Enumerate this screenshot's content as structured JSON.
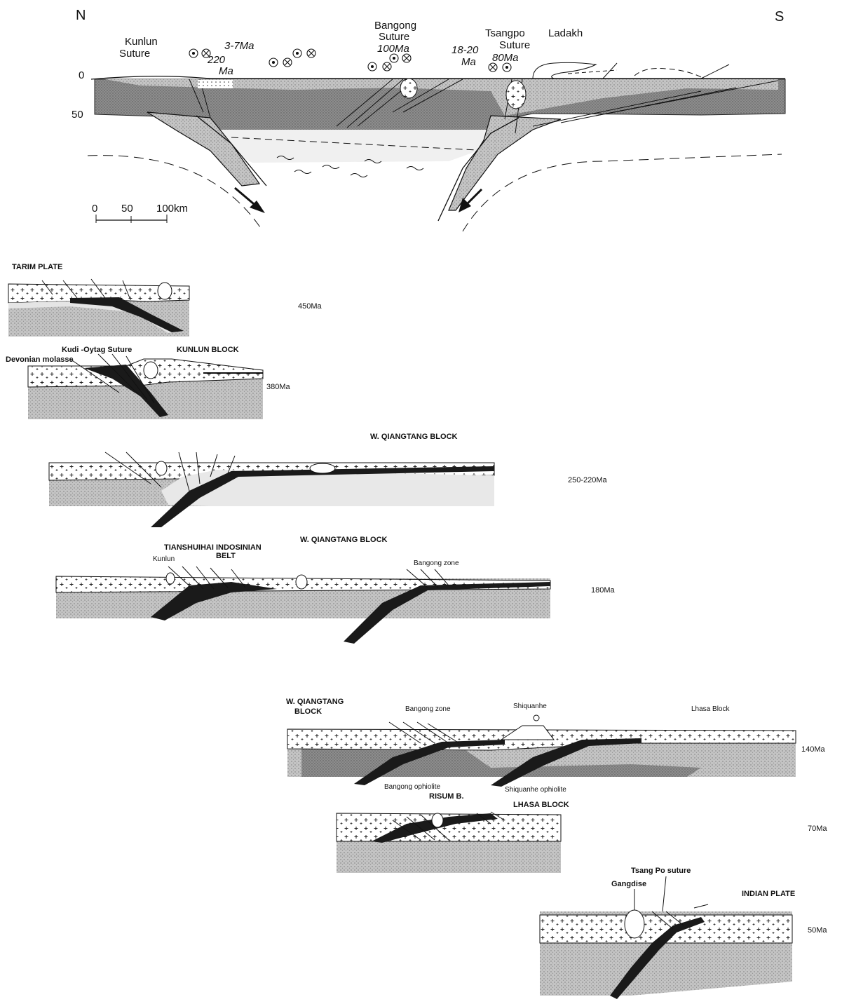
{
  "top_section": {
    "direction_left": "N",
    "direction_right": "S",
    "depth_ticks": [
      "0",
      "50"
    ],
    "labels": {
      "kunlun_suture_1": "Kunlun",
      "kunlun_suture_2": "Suture",
      "age_3_7": "3-7Ma",
      "age_220_1": "220",
      "age_220_2": "Ma",
      "bangong_1": "Bangong",
      "bangong_2": "Suture",
      "bangong_age": "100Ma",
      "age_18_20_1": "18-20",
      "age_18_20_2": "Ma",
      "tsangpo_1": "Tsangpo",
      "tsangpo_2": "Suture",
      "tsangpo_age": "80Ma",
      "ladakh": "Ladakh"
    },
    "scale_bar": {
      "ticks": [
        "0",
        "50",
        "100km"
      ]
    }
  },
  "stages": [
    {
      "age": "450Ma",
      "labels": [
        "TARIM PLATE"
      ]
    },
    {
      "age": "380Ma",
      "labels": [
        "Kudi -Oytag Suture",
        "Devonian molasse",
        "KUNLUN BLOCK"
      ]
    },
    {
      "age": "250-220Ma",
      "labels": [
        "W. QIANGTANG BLOCK"
      ]
    },
    {
      "age": "180Ma",
      "labels": [
        "W. QIANGTANG BLOCK",
        "TIANSHUIHAI INDOSINIAN",
        "BELT",
        "Kunlun",
        "Bangong zone"
      ]
    },
    {
      "age": "140Ma",
      "labels": [
        "W. QIANGTANG",
        "BLOCK",
        "Bangong zone",
        "Shiquanhe",
        "Lhasa Block",
        "Bangong ophiolite",
        "Shiquanhe ophiolite"
      ]
    },
    {
      "age": "70Ma",
      "labels": [
        "RISUM B.",
        "LHASA BLOCK"
      ]
    },
    {
      "age": "50Ma",
      "labels": [
        "Tsang Po suture",
        "Gangdise",
        "INDIAN PLATE"
      ]
    }
  ],
  "colors": {
    "ink": "#111111",
    "mantle_gray": "#bdbdbd",
    "crust_gray": "#8a8a8a",
    "slab": "#1a1a1a",
    "light_fill": "#e6e6e6"
  }
}
